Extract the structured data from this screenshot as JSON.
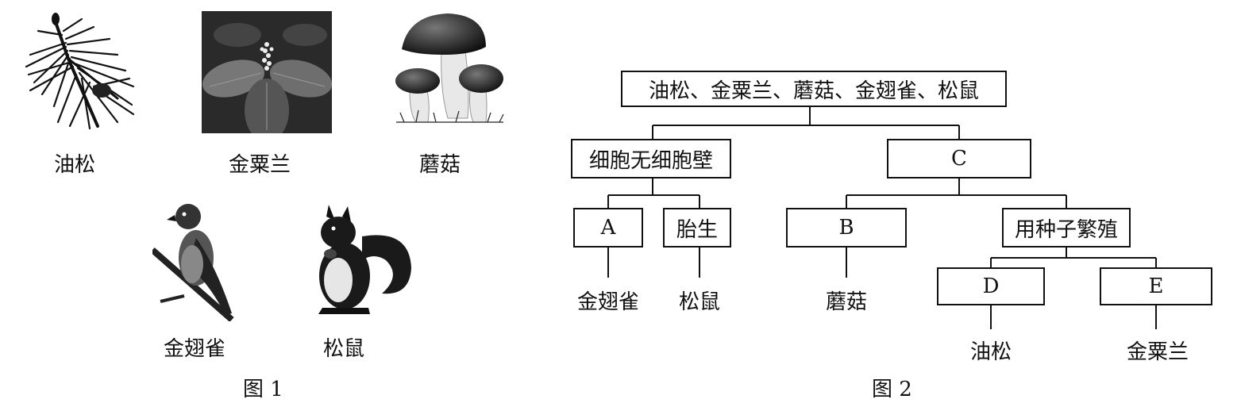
{
  "figure1": {
    "caption": "图 1",
    "items": [
      {
        "label": "油松",
        "icon": "pine-branch-icon"
      },
      {
        "label": "金粟兰",
        "icon": "chloranthus-plant-icon"
      },
      {
        "label": "蘑菇",
        "icon": "mushroom-icon"
      },
      {
        "label": "金翅雀",
        "icon": "finch-icon"
      },
      {
        "label": "松鼠",
        "icon": "squirrel-icon"
      }
    ]
  },
  "figure2": {
    "caption": "图 2",
    "root": "油松、金粟兰、蘑菇、金翅雀、松鼠",
    "left": "细胞无细胞壁",
    "right": "C",
    "a": "A",
    "viviparous": "胎生",
    "b": "B",
    "seed": "用种子繁殖",
    "d": "D",
    "e": "E",
    "leaf_finch": "金翅雀",
    "leaf_squirrel": "松鼠",
    "leaf_mushroom": "蘑菇",
    "leaf_pine": "油松",
    "leaf_chloranthus": "金粟兰"
  }
}
